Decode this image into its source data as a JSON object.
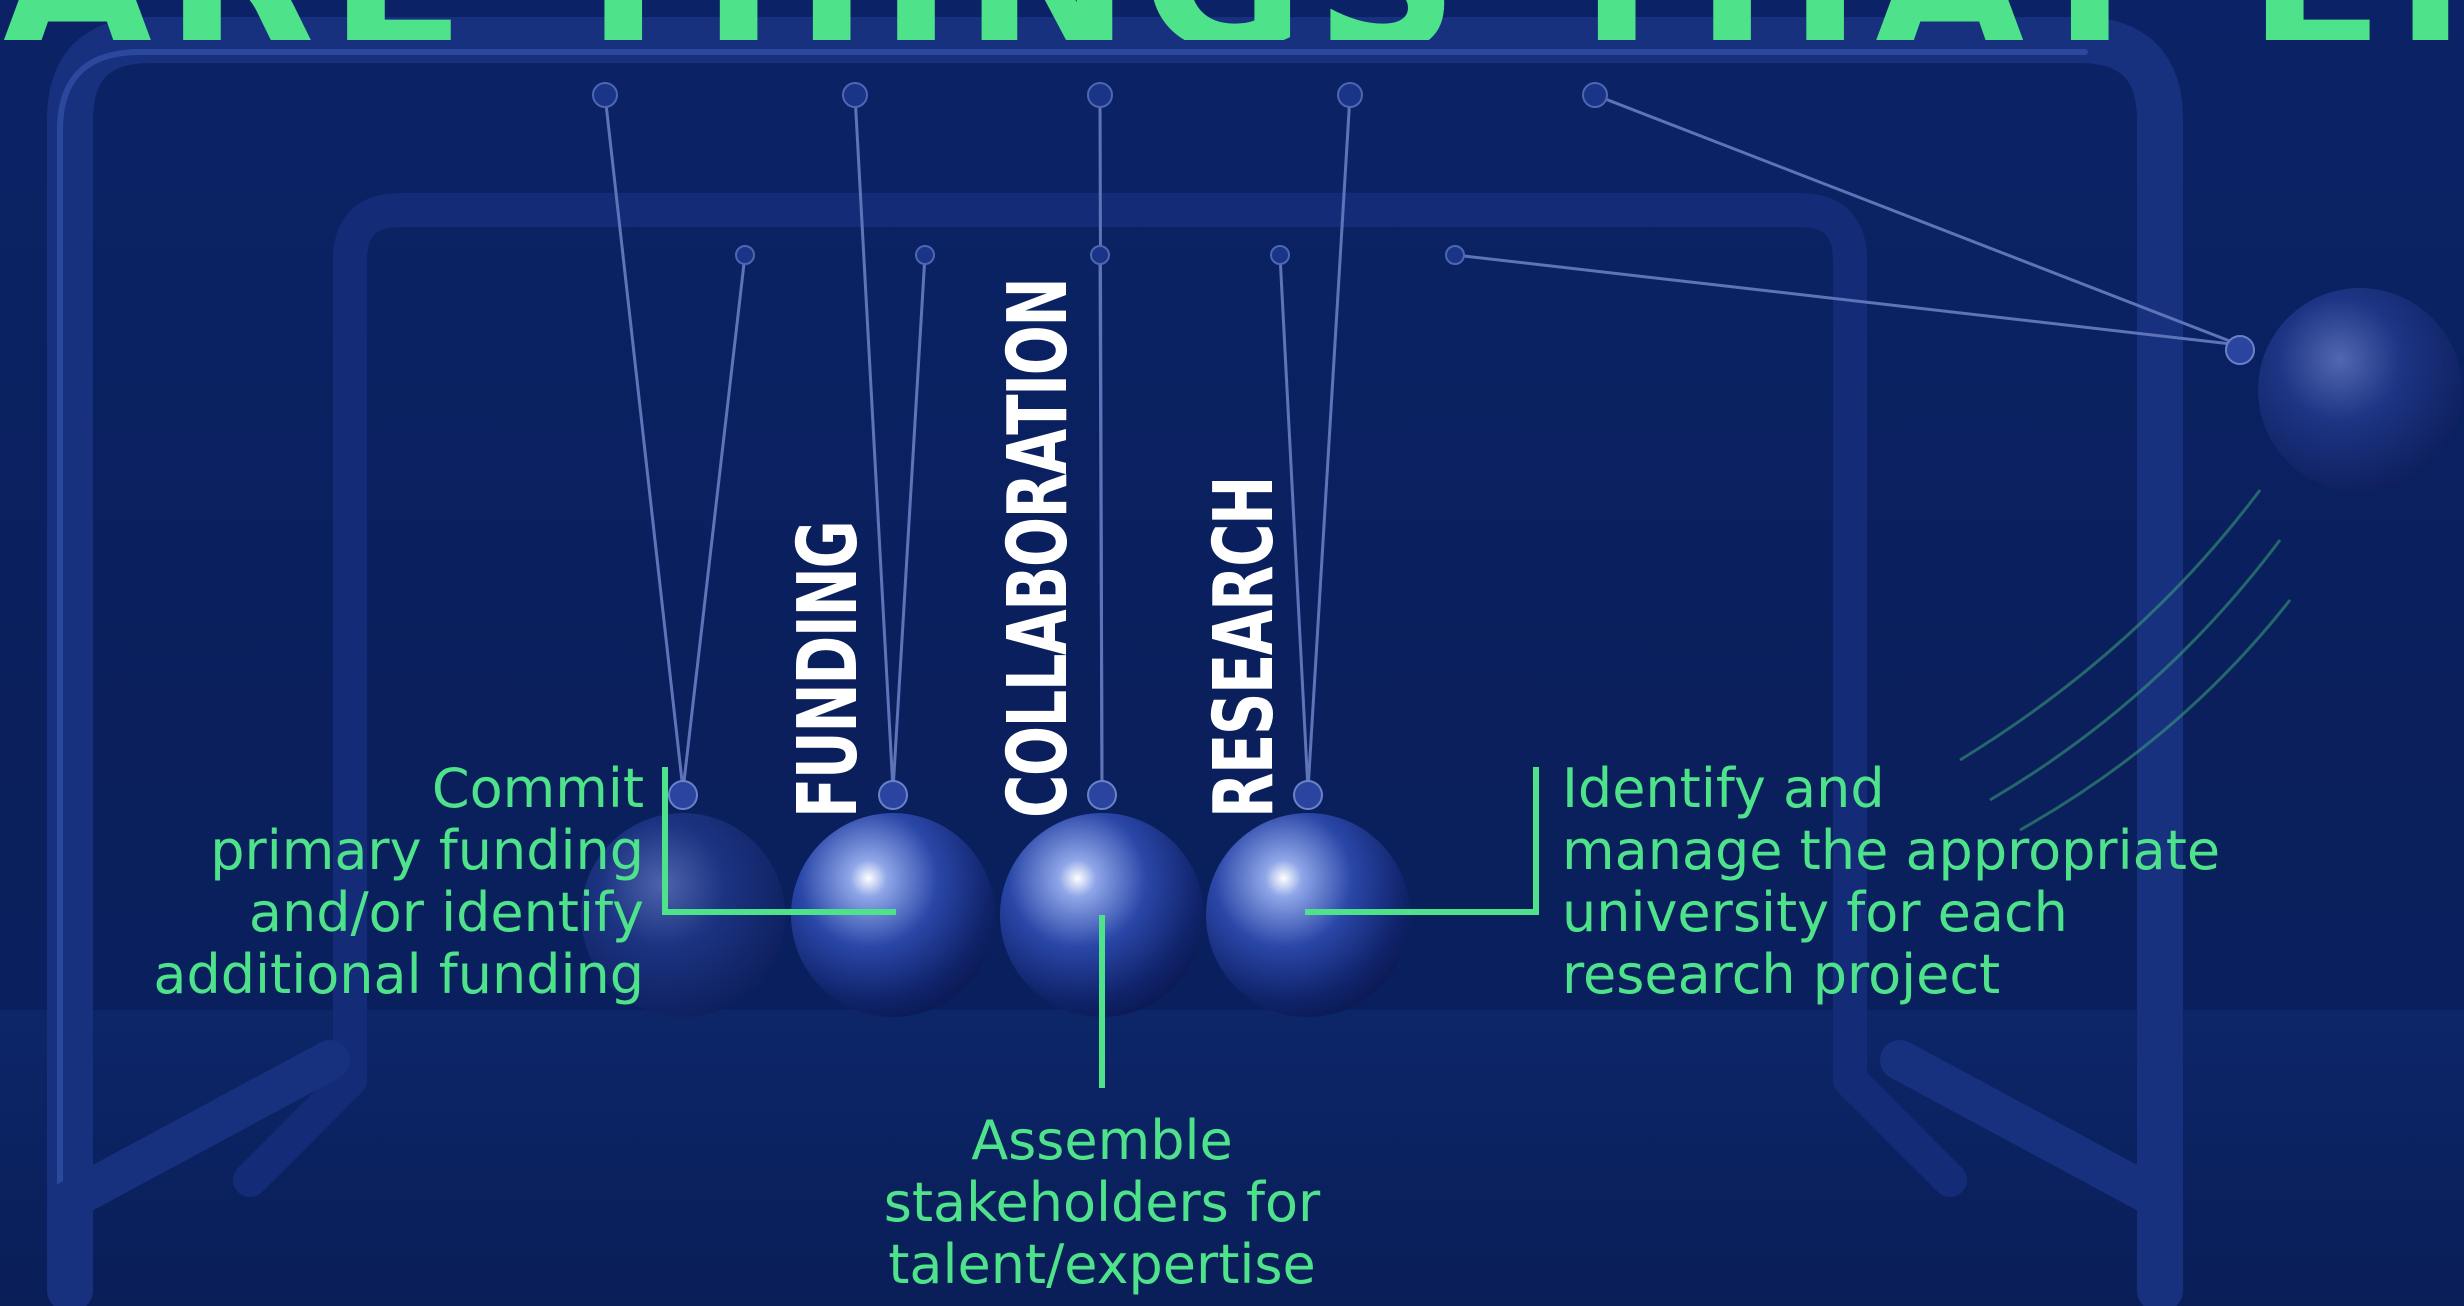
{
  "headline": {
    "text": "ARE THINGS THAT ENABLE"
  },
  "labels": {
    "funding": "FUNDING",
    "collaboration": "COLLABORATION",
    "research": "RESEARCH"
  },
  "callouts": {
    "funding": "Commit\nprimary funding\nand/or identify\nadditional funding",
    "collaboration": "Assemble\nstakeholders for\ntalent/expertise",
    "research": "Identify and\nmanage the appropriate\nuniversity for each\nresearch project"
  },
  "colors": {
    "background": "#0a1f5c",
    "accent": "#4ee38a",
    "label": "#ffffff",
    "frame": "#132b74"
  }
}
